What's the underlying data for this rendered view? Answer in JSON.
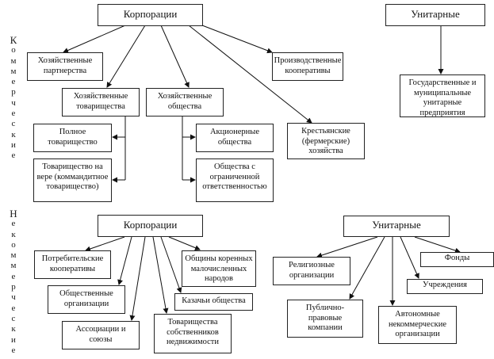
{
  "diagram": {
    "commercial": {
      "label": "Коммерческие",
      "corporations": {
        "title": "Корпорации",
        "children": {
          "partnerships": "Хозяйственные партнерства",
          "hoz_tov": "Хозяйственные товарищества",
          "hoz_obsh": "Хозяйственные общества",
          "prod_coop": "Производственные кооперативы",
          "farm": "Крестьянские (фермерские) хозяйства"
        },
        "hoz_tov_children": {
          "full": "Полное товарищество",
          "kommandit": "Товарищество на вере (коммандитное товарищество)"
        },
        "hoz_obsh_children": {
          "ao": "Акционерные общества",
          "ooo": "Общества с ограниченной ответственностью"
        }
      },
      "unitary": {
        "title": "Унитарные",
        "children": {
          "gmup": "Государственные и муниципальные унитарные предприятия"
        }
      }
    },
    "noncommercial": {
      "label": "Некоммерческие",
      "corporations": {
        "title": "Корпорации",
        "children": {
          "consumer_coop": "Потребительские кооперативы",
          "public_org": "Общественные организации",
          "assoc": "Ассоциации и союзы",
          "tsn": "Товарищества собственников недвижимости",
          "cossack": "Казачьи общества",
          "indigenous": "Общины коренных малочисленных народов"
        }
      },
      "unitary": {
        "title": "Унитарные",
        "children": {
          "religious": "Религиозные организации",
          "ppk": "Публично-правовые компании",
          "ano": "Автономные некоммерческие организации",
          "institutions": "Учреждения",
          "funds": "Фонды"
        }
      }
    }
  }
}
